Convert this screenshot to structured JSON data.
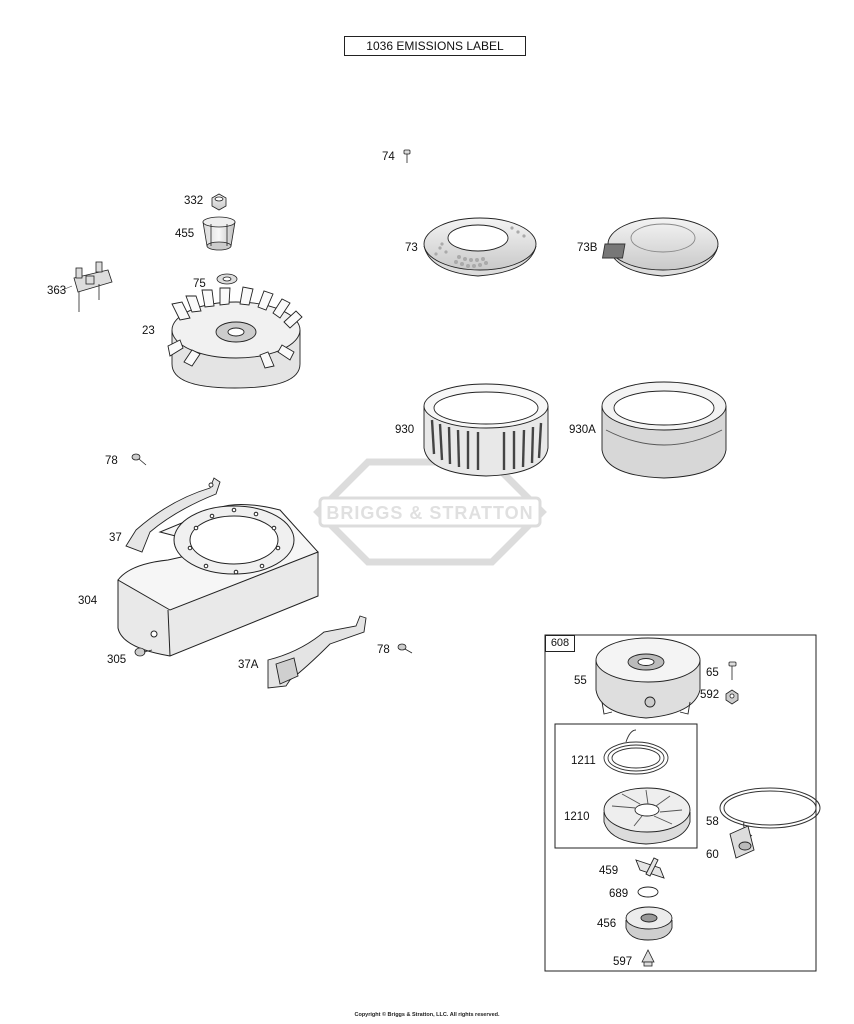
{
  "header": {
    "title": "1036 EMISSIONS LABEL"
  },
  "kit": {
    "label": "608"
  },
  "watermark": {
    "text": "BRIGGS & STRATTON"
  },
  "callouts": {
    "c74": "74",
    "c332": "332",
    "c455": "455",
    "c363": "363",
    "c75": "75",
    "c23": "23",
    "c73": "73",
    "c73b": "73B",
    "c930": "930",
    "c930a": "930A",
    "c78a": "78",
    "c37": "37",
    "c304": "304",
    "c305": "305",
    "c37a": "37A",
    "c78b": "78",
    "c55": "55",
    "c65": "65",
    "c592": "592",
    "c1211": "1211",
    "c1210": "1210",
    "c58": "58",
    "c60": "60",
    "c459": "459",
    "c689": "689",
    "c456": "456",
    "c597": "597"
  },
  "footer": {
    "copyright": "Copyright © Briggs & Stratton, LLC. All rights reserved."
  }
}
